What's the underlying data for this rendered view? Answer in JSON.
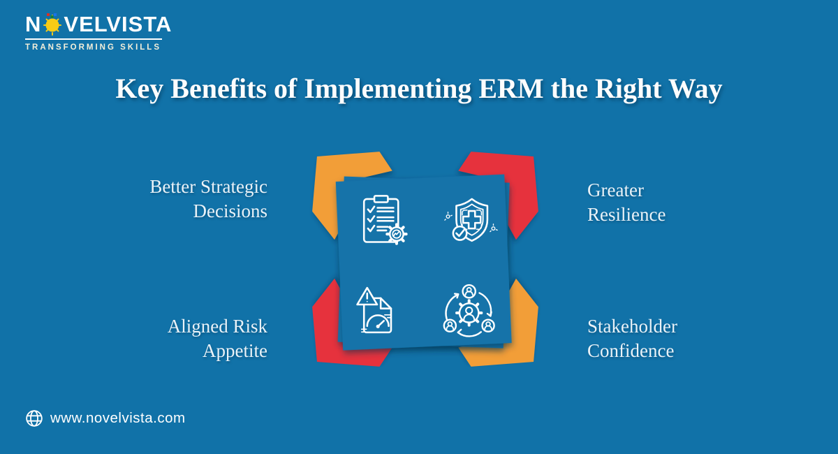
{
  "colors": {
    "background": "#1172a8",
    "panel_blue": "#1373a9",
    "orange": "#f29e38",
    "red": "#e6313e",
    "sun_yellow": "#f8cc16",
    "title_text": "#fdfdfd",
    "label_text": "#e9f2f8",
    "tagline_text": "#f3efda"
  },
  "logo": {
    "prefix": "N",
    "rest": "VELVISTA",
    "tagline": "TRANSFORMING SKILLS"
  },
  "title": "Key Benefits of Implementing ERM the Right Way",
  "benefits": [
    {
      "id": "better-strategic-decisions",
      "line1": "Better Strategic",
      "line2": "Decisions",
      "icon": "checklist-gear-icon",
      "position": "top-left"
    },
    {
      "id": "greater-resilience",
      "line1": "Greater",
      "line2": "Resilience",
      "icon": "shield-plus-check-icon",
      "position": "top-right"
    },
    {
      "id": "aligned-risk-appetite",
      "line1": "Aligned Risk",
      "line2": "Appetite",
      "icon": "risk-gauge-document-icon",
      "position": "bottom-left"
    },
    {
      "id": "stakeholder-confidence",
      "line1": "Stakeholder",
      "line2": "Confidence",
      "icon": "people-gear-cycle-icon",
      "position": "bottom-right"
    }
  ],
  "graphic": {
    "corner_shapes": [
      {
        "position": "top-left",
        "color": "#f29e38"
      },
      {
        "position": "top-right",
        "color": "#e6313e"
      },
      {
        "position": "bottom-left",
        "color": "#e6313e"
      },
      {
        "position": "bottom-right",
        "color": "#f29e38"
      }
    ]
  },
  "footer": {
    "website": "www.novelvista.com",
    "icon": "globe-icon"
  }
}
